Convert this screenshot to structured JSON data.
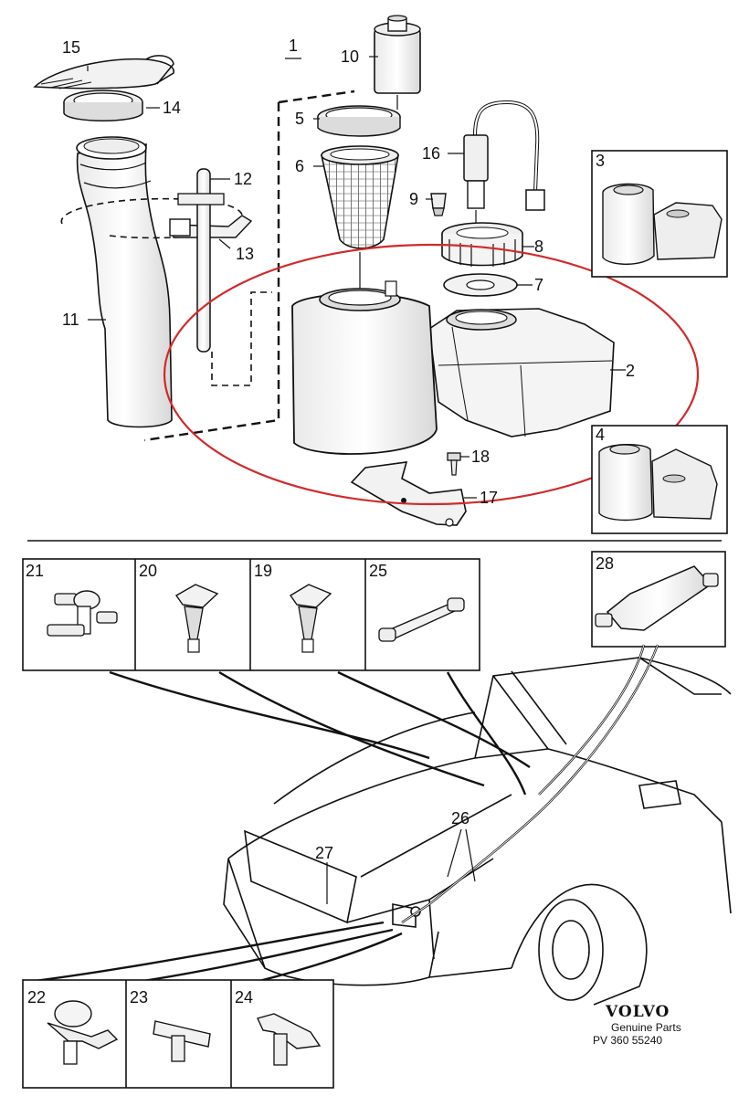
{
  "labels": {
    "p1": "1",
    "p2": "2",
    "p3": "3",
    "p4": "4",
    "p5": "5",
    "p6": "6",
    "p7": "7",
    "p8": "8",
    "p9": "9",
    "p10": "10",
    "p11": "11",
    "p12": "12",
    "p13": "13",
    "p14": "14",
    "p15": "15",
    "p16": "16",
    "p17": "17",
    "p18": "18",
    "p19": "19",
    "p20": "20",
    "p21": "21",
    "p22": "22",
    "p23": "23",
    "p24": "24",
    "p25": "25",
    "p26": "26",
    "p27": "27",
    "p28": "28"
  },
  "brand": {
    "name": "VOLVO",
    "subtitle": "Genuine Parts",
    "code": "PV 360 55240"
  },
  "colors": {
    "line": "#111111",
    "highlight": "#d12a2a",
    "fill_light": "#f2f2f2",
    "fill_mid": "#dcdcdc"
  }
}
